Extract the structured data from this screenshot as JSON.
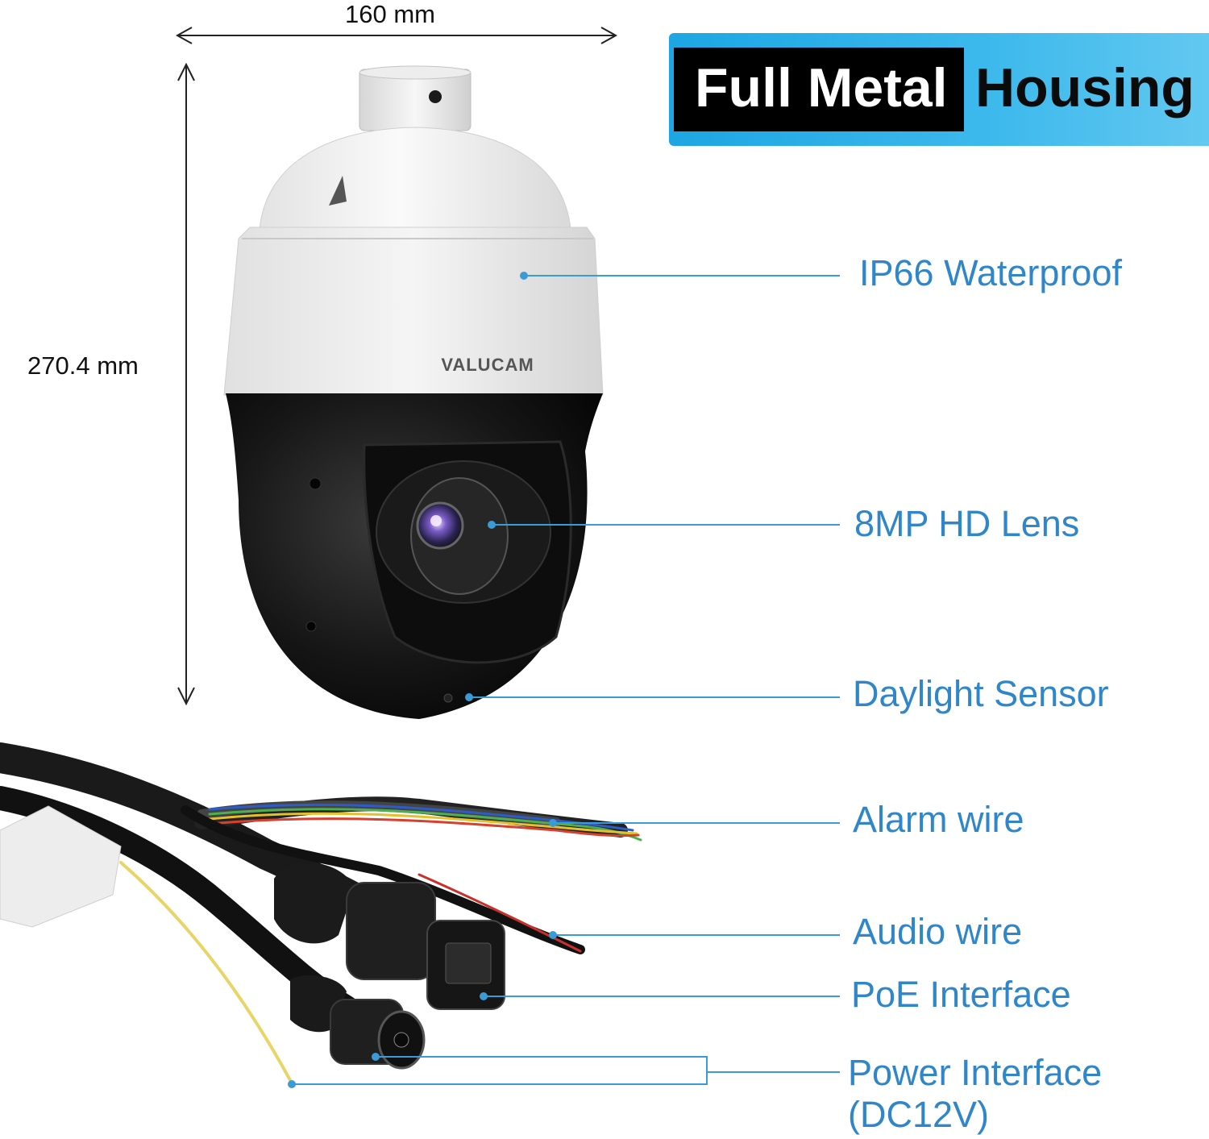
{
  "dimensions": {
    "width_label": "160 mm",
    "height_label": "270.4 mm"
  },
  "banner": {
    "part1": "Full Metal",
    "part2": "Housing"
  },
  "brand": "VALUCAM",
  "callouts": {
    "waterproof": "IP66 Waterproof",
    "lens": "8MP HD Lens",
    "daylight": "Daylight Sensor",
    "alarm": "Alarm wire",
    "audio": "Audio wire",
    "poe": "PoE Interface",
    "power_line1": "Power Interface",
    "power_line2": "(DC12V)"
  },
  "colors": {
    "accent": "#2f86c8",
    "leader_line": "#3b9ad8",
    "banner_blue": "#1da6e3"
  }
}
